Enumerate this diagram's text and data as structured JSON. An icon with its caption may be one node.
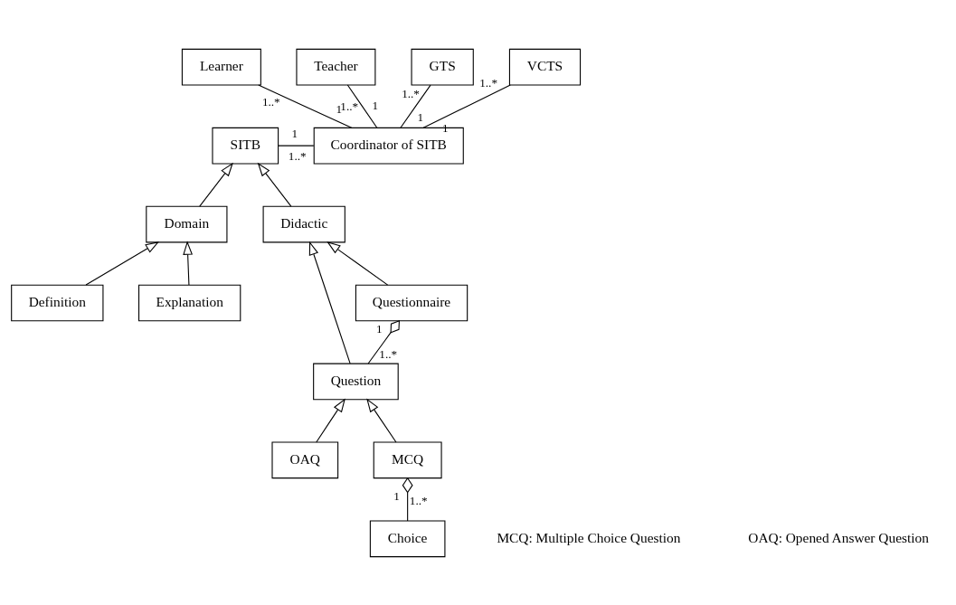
{
  "diagram": {
    "nodes": [
      {
        "text": [
          "SITB"
        ]
      },
      {
        "text": [
          "Coordinator of SITB"
        ]
      },
      {
        "text": [
          "Learner"
        ]
      },
      {
        "text": [
          "Teacher"
        ]
      },
      {
        "text": [
          "GTS"
        ]
      },
      {
        "text": [
          "VCTS"
        ]
      },
      {
        "text": [
          "Domain"
        ]
      },
      {
        "text": [
          "Didactic"
        ]
      },
      {
        "text": [
          "Definition"
        ]
      },
      {
        "text": [
          "Explanation"
        ]
      },
      {
        "text": [
          "Question"
        ]
      },
      {
        "text": [
          "Questionnaire"
        ]
      },
      {
        "text": [
          "OAQ"
        ]
      },
      {
        "text": [
          "MCQ"
        ]
      },
      {
        "text": [
          "Choice"
        ]
      }
    ],
    "edges": [
      {
        "from": 0,
        "to": 1,
        "arrow": "none"
      },
      {
        "from": 1,
        "to": 2,
        "arrow": "none"
      },
      {
        "from": 1,
        "to": 3,
        "arrow": "none"
      },
      {
        "from": 1,
        "to": 4,
        "arrow": "none"
      },
      {
        "from": 1,
        "to": 5,
        "arrow": "none"
      },
      {
        "from": 6,
        "to": 0,
        "arrow": "to"
      },
      {
        "from": 7,
        "to": 0,
        "arrow": "to"
      },
      {
        "from": 8,
        "to": 6,
        "arrow": "to"
      },
      {
        "from": 9,
        "to": 6,
        "arrow": "to"
      },
      {
        "from": 10,
        "to": 7,
        "arrow": "to"
      },
      {
        "from": 11,
        "to": 7,
        "arrow": "to"
      },
      {
        "from": 10,
        "to": 11,
        "arrow": "other"
      },
      {
        "from": 12,
        "to": 10,
        "arrow": "to"
      },
      {
        "from": 13,
        "to": 10,
        "arrow": "to"
      },
      {
        "from": 14,
        "to": 13,
        "arrow": "other"
      }
    ],
    "labels": [
      "1..*",
      "1",
      "1..*",
      "1",
      "1..*",
      "1",
      "1",
      "1..*",
      "1",
      "1..*",
      "1..*",
      "1",
      "1",
      "1..*",
      "MCQ: Multiple Choice Question",
      "OAQ: Opened Answer Question"
    ]
  }
}
